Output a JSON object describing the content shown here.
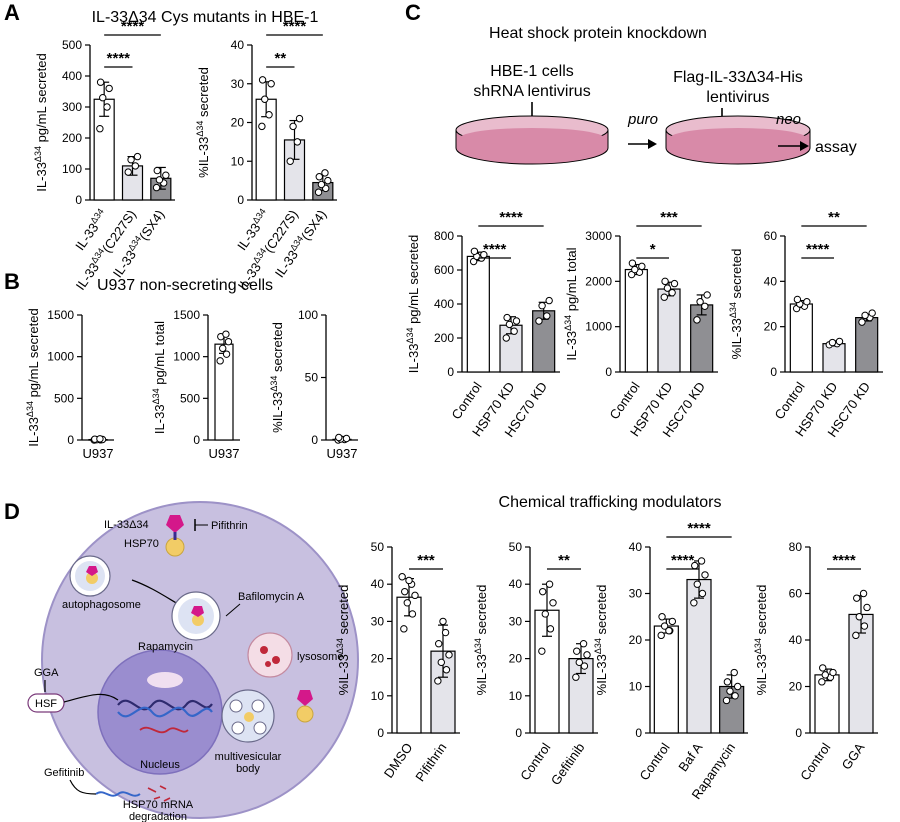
{
  "panel_letters": {
    "a": "A",
    "b": "B",
    "c": "C",
    "d": "D"
  },
  "titles": {
    "a": "IL-33Δ34 Cys mutants in HBE-1",
    "b": "U937 non-secreting cells",
    "c": "Heat shock protein knockdown",
    "d": "Chemical trafficking modulators"
  },
  "schematic_c": {
    "cells": "HBE-1 cells",
    "virus1": "shRNA lentivirus",
    "virus2_line1": "Flag-IL-33Δ34-His",
    "virus2_line2": "lentivirus",
    "puro": "puro",
    "neo": "neo",
    "assay": "assay"
  },
  "diagram_d": {
    "il33": "IL-33Δ34",
    "hsp70": "HSP70",
    "pifithrin": "Pifithrin",
    "bafilomycin": "Bafilomycin A",
    "autophagosome": "autophagosome",
    "rapamycin": "Rapamycin",
    "lysosome": "lysosome",
    "gga": "GGA",
    "hsf": "HSF",
    "mvb1": "multivesicular",
    "mvb2": "body",
    "nucleus": "Nucleus",
    "gefitinib": "Gefitinib",
    "degr1": "HSP70 mRNA",
    "degr2": "degradation"
  },
  "chart_data": [
    {
      "id": "A1",
      "type": "bar",
      "categories": [
        "IL-33Δ34",
        "IL-33Δ34(C227S)",
        "IL-33Δ34(SX4)"
      ],
      "values": [
        325,
        110,
        70
      ],
      "errors": [
        55,
        30,
        35
      ],
      "points": [
        [
          230,
          300,
          330,
          360,
          380
        ],
        [
          90,
          110,
          130,
          140
        ],
        [
          40,
          55,
          65,
          80,
          95
        ]
      ],
      "ylabel": "IL-33Δ34 pg/mL secreted",
      "ylim": [
        0,
        500
      ],
      "yticks": [
        0,
        100,
        200,
        300,
        400,
        500
      ],
      "sig": [
        {
          "from": 0,
          "to": 1,
          "label": "****"
        },
        {
          "from": 0,
          "to": 2,
          "label": "****"
        }
      ]
    },
    {
      "id": "A2",
      "type": "bar",
      "categories": [
        "IL-33Δ34",
        "IL-33Δ34(C227S)",
        "IL-33Δ34(SX4)"
      ],
      "values": [
        26,
        15.5,
        4.5
      ],
      "errors": [
        4.5,
        5,
        2
      ],
      "points": [
        [
          19,
          22,
          26,
          30,
          31
        ],
        [
          10,
          15,
          19,
          21
        ],
        [
          2,
          3,
          4,
          5,
          6,
          7
        ]
      ],
      "ylabel": "%IL-33Δ34 secreted",
      "ylim": [
        0,
        40
      ],
      "yticks": [
        0,
        10,
        20,
        30,
        40
      ],
      "sig": [
        {
          "from": 0,
          "to": 1,
          "label": "**"
        },
        {
          "from": 0,
          "to": 2,
          "label": "****"
        }
      ]
    },
    {
      "id": "B1",
      "type": "bar",
      "categories": [
        "U937"
      ],
      "values": [
        5
      ],
      "errors": [
        8
      ],
      "points": [
        [
          0,
          2,
          4,
          6,
          10,
          14
        ]
      ],
      "ylabel": "IL-33Δ34 pg/mL secreted",
      "ylim": [
        0,
        1500
      ],
      "yticks": [
        0,
        500,
        1000,
        1500
      ],
      "sig": []
    },
    {
      "id": "B2",
      "type": "bar",
      "categories": [
        "U937"
      ],
      "values": [
        1150
      ],
      "errors": [
        110
      ],
      "points": [
        [
          950,
          1030,
          1100,
          1180,
          1240,
          1270
        ]
      ],
      "ylabel": "IL-33Δ34 pg/mL total",
      "ylim": [
        0,
        1500
      ],
      "yticks": [
        0,
        500,
        1000,
        1500
      ],
      "sig": []
    },
    {
      "id": "B3",
      "type": "bar",
      "categories": [
        "U937"
      ],
      "values": [
        0.5
      ],
      "errors": [
        0.8
      ],
      "points": [
        [
          0,
          0.4,
          0.8,
          1.2,
          2.0
        ]
      ],
      "ylabel": "%IL-33Δ34 secreted",
      "ylim": [
        0,
        100
      ],
      "yticks": [
        0,
        50,
        100
      ],
      "sig": []
    },
    {
      "id": "C1",
      "type": "bar",
      "categories": [
        "Control",
        "HSP70 KD",
        "HSC70 KD"
      ],
      "values": [
        680,
        275,
        360
      ],
      "errors": [
        25,
        50,
        50
      ],
      "points": [
        [
          650,
          670,
          680,
          690,
          710
        ],
        [
          200,
          240,
          280,
          300,
          320
        ],
        [
          300,
          330,
          390,
          420
        ]
      ],
      "ylabel": "IL-33Δ34 pg/mL secreted",
      "ylim": [
        0,
        800
      ],
      "yticks": [
        0,
        200,
        400,
        600,
        800
      ],
      "sig": [
        {
          "from": 0,
          "to": 1,
          "label": "****"
        },
        {
          "from": 0,
          "to": 2,
          "label": "****"
        }
      ]
    },
    {
      "id": "C2",
      "type": "bar",
      "categories": [
        "Control",
        "HSP70 KD",
        "HSC70 KD"
      ],
      "values": [
        2260,
        1830,
        1480
      ],
      "errors": [
        110,
        150,
        220
      ],
      "points": [
        [
          2150,
          2200,
          2260,
          2330,
          2400
        ],
        [
          1650,
          1750,
          1850,
          1950,
          2000
        ],
        [
          1150,
          1450,
          1550,
          1700
        ]
      ],
      "ylabel": "IL-33Δ34 pg/mL total",
      "ylim": [
        0,
        3000
      ],
      "yticks": [
        0,
        1000,
        2000,
        3000
      ],
      "sig": [
        {
          "from": 0,
          "to": 1,
          "label": "*"
        },
        {
          "from": 0,
          "to": 2,
          "label": "***"
        }
      ]
    },
    {
      "id": "C3",
      "type": "bar",
      "categories": [
        "Control",
        "HSP70 KD",
        "HSC70 KD"
      ],
      "values": [
        30,
        12.5,
        24
      ],
      "errors": [
        1.5,
        1,
        1.5
      ],
      "points": [
        [
          28,
          29,
          30,
          31,
          32
        ],
        [
          12,
          12.5,
          13,
          13.5
        ],
        [
          22,
          24,
          25,
          26
        ]
      ],
      "ylabel": "%IL-33Δ34 secreted",
      "ylim": [
        0,
        60
      ],
      "yticks": [
        0,
        20,
        40,
        60
      ],
      "sig": [
        {
          "from": 0,
          "to": 1,
          "label": "****"
        },
        {
          "from": 0,
          "to": 2,
          "label": "**"
        }
      ]
    },
    {
      "id": "D1",
      "type": "bar",
      "categories": [
        "DMSO",
        "Pifithrin"
      ],
      "values": [
        36.5,
        22
      ],
      "errors": [
        5,
        7
      ],
      "points": [
        [
          28,
          32,
          35,
          37,
          38,
          40,
          41,
          42
        ],
        [
          14,
          17,
          19,
          21,
          24,
          27,
          30
        ]
      ],
      "ylabel": "%IL-33Δ34 secreted",
      "ylim": [
        0,
        50
      ],
      "yticks": [
        0,
        10,
        20,
        30,
        40,
        50
      ],
      "sig": [
        {
          "from": 0,
          "to": 1,
          "label": "***"
        }
      ]
    },
    {
      "id": "D2",
      "type": "bar",
      "categories": [
        "Control",
        "Gefitinib"
      ],
      "values": [
        33,
        20
      ],
      "errors": [
        7,
        4
      ],
      "points": [
        [
          22,
          28,
          32,
          35,
          38,
          40
        ],
        [
          15,
          18,
          19,
          21,
          22,
          24
        ]
      ],
      "ylabel": "%IL-33Δ34 secreted",
      "ylim": [
        0,
        50
      ],
      "yticks": [
        0,
        10,
        20,
        30,
        40,
        50
      ],
      "sig": [
        {
          "from": 0,
          "to": 1,
          "label": "**"
        }
      ]
    },
    {
      "id": "D3",
      "type": "bar",
      "categories": [
        "Control",
        "Baf A",
        "Rapamycin"
      ],
      "values": [
        23,
        33,
        10
      ],
      "errors": [
        1.5,
        4,
        2.5
      ],
      "points": [
        [
          21,
          22,
          23,
          24,
          25,
          22
        ],
        [
          28,
          30,
          32,
          34,
          36,
          37
        ],
        [
          7,
          8,
          9,
          10,
          11,
          13
        ]
      ],
      "ylabel": "%IL-33Δ34 secreted",
      "ylim": [
        0,
        40
      ],
      "yticks": [
        0,
        10,
        20,
        30,
        40
      ],
      "sig": [
        {
          "from": 0,
          "to": 1,
          "label": "****"
        },
        {
          "from": 0,
          "to": 2,
          "label": "****"
        }
      ]
    },
    {
      "id": "D4",
      "type": "bar",
      "categories": [
        "Control",
        "GGA"
      ],
      "values": [
        25,
        51
      ],
      "errors": [
        2.5,
        8
      ],
      "points": [
        [
          22,
          24,
          25,
          26,
          28
        ],
        [
          42,
          46,
          50,
          54,
          58,
          60
        ]
      ],
      "ylabel": "%IL-33Δ34 secreted",
      "ylim": [
        0,
        80
      ],
      "yticks": [
        0,
        20,
        40,
        60,
        80
      ],
      "sig": [
        {
          "from": 0,
          "to": 1,
          "label": "****"
        }
      ]
    }
  ],
  "colors": {
    "white_bar": "#ffffff",
    "light_bar": "#e4e4ea",
    "dark_bar": "#8f8f93",
    "circle": "#c8c0e0",
    "nucleus": "#9a8dcf",
    "dish": "#d88aa8",
    "point": "#ffffff"
  }
}
